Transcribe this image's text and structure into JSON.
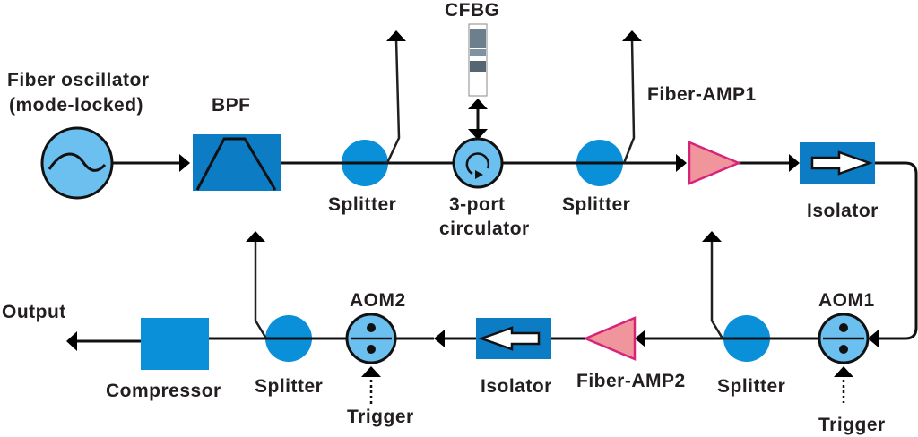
{
  "diagram": {
    "title": "Mode-locked fiber laser amplifier chain with pulse picking",
    "colors": {
      "component_blue": "#0a8fd9",
      "isolator_blue": "#0c7cc4",
      "light_blue": "#6cc0ef",
      "amp_fill": "#f0959c",
      "amp_stroke": "#d6247a",
      "line": "#111111",
      "text": "#231f20"
    },
    "labels": {
      "oscillator_line1": "Fiber oscillator",
      "oscillator_line2": "(mode-locked)",
      "bpf": "BPF",
      "splitter1": "Splitter",
      "cfbg": "CFBG",
      "circulator_line1": "3-port",
      "circulator_line2": "circulator",
      "splitter2": "Splitter",
      "amp1": "Fiber-AMP1",
      "isolator1": "Isolator",
      "aom1": "AOM1",
      "trigger1": "Trigger",
      "splitter3": "Splitter",
      "amp2": "Fiber-AMP2",
      "isolator2": "Isolator",
      "aom2": "AOM2",
      "trigger2": "Trigger",
      "splitter4": "Splitter",
      "compressor": "Compressor",
      "output": "Output"
    },
    "icons": {
      "oscillator": "sine-wave-icon",
      "bpf": "bandpass-trapezoid-icon",
      "circulator": "circular-arrow-icon",
      "amplifier": "triangle-amplifier-icon",
      "isolator": "hollow-arrow-icon",
      "aom": "divide-sign-icon"
    }
  }
}
